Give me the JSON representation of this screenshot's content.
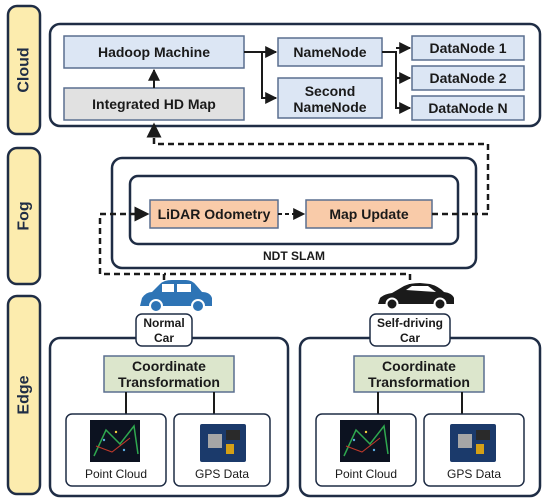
{
  "layers": {
    "cloud": "Cloud",
    "fog": "Fog",
    "edge": "Edge"
  },
  "cloud": {
    "hadoop": "Hadoop Machine",
    "hdmap": "Integrated HD Map",
    "namenode": "NameNode",
    "second_namenode": [
      "Second",
      "NameNode"
    ],
    "datanodes": [
      "DataNode 1",
      "DataNode 2",
      "DataNode N"
    ]
  },
  "fog": {
    "odometry": "LiDAR Odometry",
    "map_update": "Map Update",
    "slam_label": "NDT SLAM"
  },
  "edge": {
    "cars": [
      {
        "label": [
          "Normal",
          "Car"
        ],
        "icon": "car-icon"
      },
      {
        "label": [
          "Self-driving",
          "Car"
        ],
        "icon": "sports-car-icon"
      }
    ],
    "transform": [
      "Coordinate",
      "Transformation"
    ],
    "point_cloud": "Point Cloud",
    "gps": "GPS Data"
  },
  "colors": {
    "border": "#1f2d45",
    "cloud_box": "#dce6f4",
    "hdmap_box": "#e1e1e1",
    "fog_box": "#f9cba9",
    "edge_box": "#dce6cc",
    "layer_label_bg": "#fcecae",
    "normal_car": "#2e74b5",
    "self_car": "#1a1a1a"
  }
}
